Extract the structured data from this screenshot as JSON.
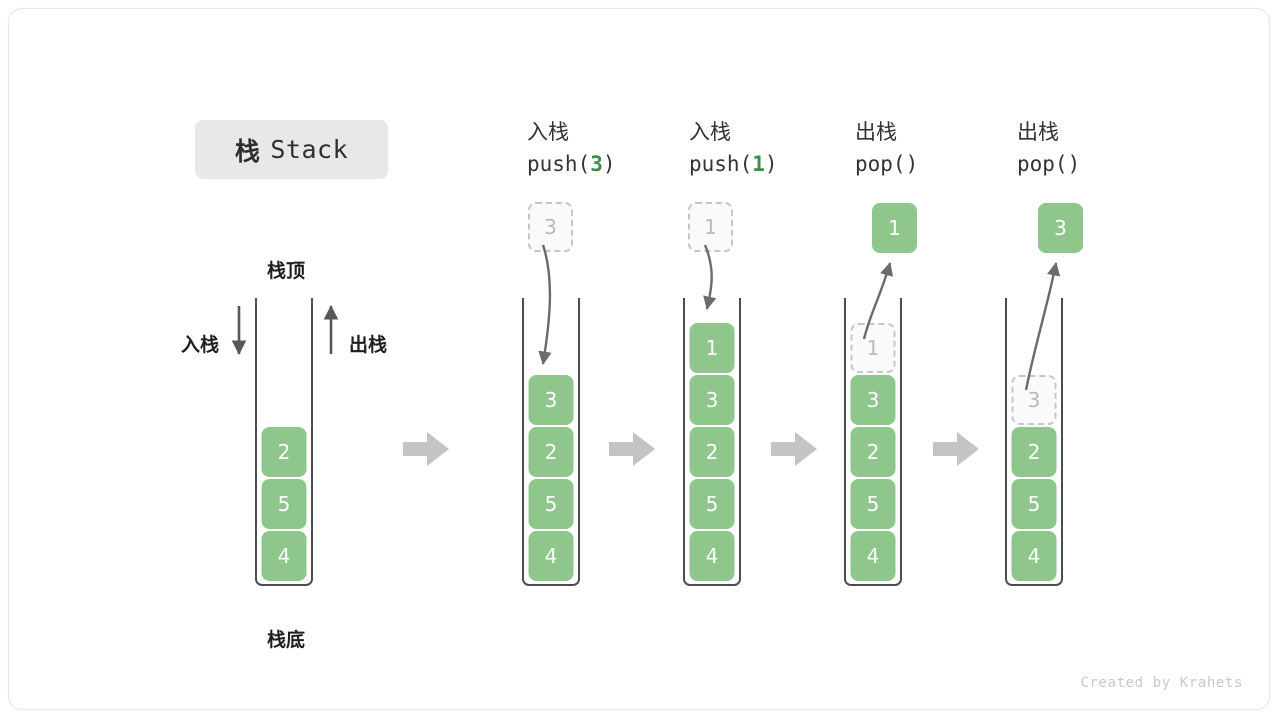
{
  "diagram": {
    "title_cn": "栈",
    "title_en": "Stack",
    "top_label": "栈顶",
    "bottom_label": "栈底",
    "push_label": "入栈",
    "pop_label": "出栈",
    "footer": "Created by Krahets",
    "accent_green": "#8ec68c",
    "code_green": "#3a8f4b",
    "arrow_gray": "#c4c4c4",
    "line_gray": "#6b6b6b"
  },
  "columns": [
    {
      "id": "initial",
      "header_cn": "",
      "header_code": "",
      "stack": [
        "2",
        "5",
        "4"
      ],
      "ghost_index": -1,
      "float_box": null
    },
    {
      "id": "push3",
      "header_cn": "入栈",
      "header_code": "push(",
      "header_code_num": "3",
      "header_code_tail": ")",
      "stack": [
        "3",
        "2",
        "5",
        "4"
      ],
      "ghost_index": -1,
      "float_box": {
        "value": "3",
        "style": "ghost"
      }
    },
    {
      "id": "push1",
      "header_cn": "入栈",
      "header_code": "push(",
      "header_code_num": "1",
      "header_code_tail": ")",
      "stack": [
        "1",
        "3",
        "2",
        "5",
        "4"
      ],
      "ghost_index": -1,
      "float_box": {
        "value": "1",
        "style": "ghost"
      }
    },
    {
      "id": "pop1",
      "header_cn": "出栈",
      "header_code": "pop(",
      "header_code_num": "",
      "header_code_tail": ")",
      "stack": [
        "1",
        "3",
        "2",
        "5",
        "4"
      ],
      "ghost_index": 0,
      "float_box": {
        "value": "1",
        "style": "solid"
      }
    },
    {
      "id": "pop3",
      "header_cn": "出栈",
      "header_code": "pop(",
      "header_code_num": "",
      "header_code_tail": ")",
      "stack": [
        "3",
        "2",
        "5",
        "4"
      ],
      "ghost_index": 0,
      "float_box": {
        "value": "3",
        "style": "solid"
      }
    }
  ]
}
